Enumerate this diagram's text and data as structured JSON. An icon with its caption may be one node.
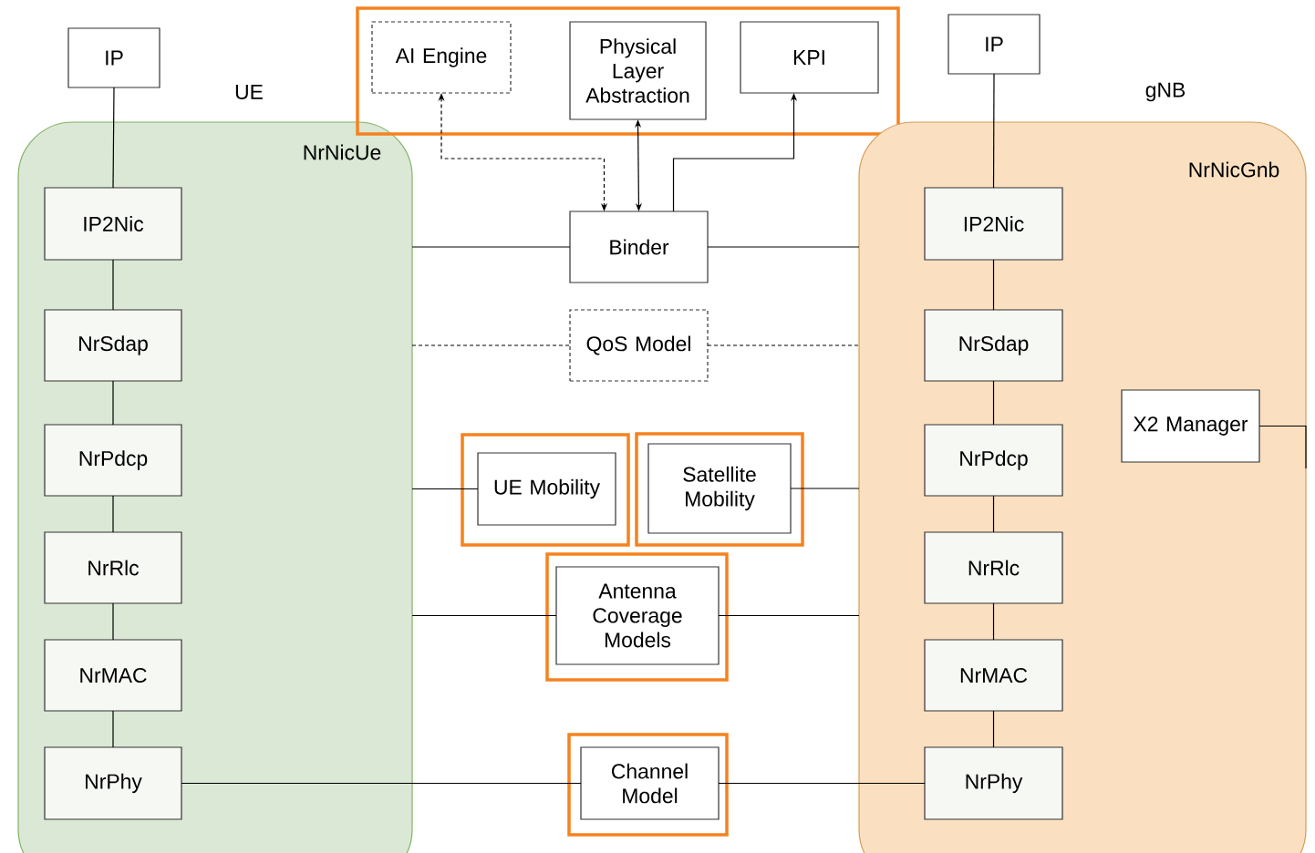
{
  "diagram": {
    "nodes": [
      {
        "text": [
          "NrNicUe"
        ]
      },
      {
        "text": [
          "IP"
        ]
      },
      {
        "text": [
          "IP2Nic"
        ],
        "in": 0
      },
      {
        "text": [
          "NrSdap"
        ],
        "in": 0
      },
      {
        "text": [
          "NrPdcp"
        ],
        "in": 0
      },
      {
        "text": [
          "NrRlc"
        ],
        "in": 0
      },
      {
        "text": [
          "NrMAC"
        ],
        "in": 0
      },
      {
        "text": [
          "NrPhy"
        ],
        "in": 0
      },
      {
        "text": [],
        "shape": "box"
      },
      {
        "text": [
          "AI Engine"
        ],
        "in": 8
      },
      {
        "text": [
          "Physical Layer Abstraction"
        ],
        "in": 8
      },
      {
        "text": [
          "KPI"
        ],
        "in": 8
      },
      {
        "text": [
          "Binder"
        ]
      },
      {
        "text": [
          "QoS Model"
        ]
      },
      {
        "text": [],
        "shape": "box"
      },
      {
        "text": [
          "UE Mobility"
        ],
        "in": 14
      },
      {
        "text": [],
        "shape": "box"
      },
      {
        "text": [
          "Satellite Mobility"
        ],
        "in": 16
      },
      {
        "text": [],
        "shape": "box"
      },
      {
        "text": [
          "Antenna Coverage Models"
        ],
        "in": 18
      },
      {
        "text": [],
        "shape": "box"
      },
      {
        "text": [
          "Channel Model"
        ],
        "in": 20
      },
      {
        "text": [
          "IP"
        ]
      },
      {
        "text": [
          "NrNicGnb"
        ]
      },
      {
        "text": [
          "IP2Nic"
        ],
        "in": 23
      },
      {
        "text": [
          "NrSdap"
        ],
        "in": 23
      },
      {
        "text": [
          "NrPdcp"
        ],
        "in": 23
      },
      {
        "text": [
          "NrRlc"
        ],
        "in": 23
      },
      {
        "text": [
          "NrMAC"
        ],
        "in": 23
      },
      {
        "text": [
          "NrPhy"
        ],
        "in": 23
      },
      {
        "text": [
          "X2 Manager"
        ],
        "in": 23
      }
    ],
    "edges": [
      {
        "from": 1,
        "to": 2,
        "arrow": "none"
      },
      {
        "from": 2,
        "to": 3,
        "arrow": "none"
      },
      {
        "from": 3,
        "to": 4,
        "arrow": "none"
      },
      {
        "from": 4,
        "to": 5,
        "arrow": "none"
      },
      {
        "from": 5,
        "to": 6,
        "arrow": "none"
      },
      {
        "from": 6,
        "to": 7,
        "arrow": "none"
      },
      {
        "from": 9,
        "to": 12,
        "arrow": "both",
        "style": "dashed"
      },
      {
        "from": 10,
        "to": 12,
        "arrow": "both"
      },
      {
        "from": 12,
        "to": 11,
        "arrow": "to"
      },
      {
        "from": 0,
        "to": 12,
        "arrow": "none"
      },
      {
        "from": 12,
        "to": 23,
        "arrow": "none"
      },
      {
        "from": 0,
        "to": 13,
        "arrow": "none",
        "style": "dashed"
      },
      {
        "from": 13,
        "to": 23,
        "arrow": "none",
        "style": "dashed"
      },
      {
        "from": 0,
        "to": 15,
        "arrow": "none"
      },
      {
        "from": 17,
        "to": 23,
        "arrow": "none"
      },
      {
        "from": 0,
        "to": 19,
        "arrow": "none"
      },
      {
        "from": 19,
        "to": 23,
        "arrow": "none"
      },
      {
        "from": 7,
        "to": 21,
        "arrow": "none"
      },
      {
        "from": 21,
        "to": 29,
        "arrow": "none"
      },
      {
        "from": 22,
        "to": 24,
        "arrow": "none"
      },
      {
        "from": 24,
        "to": 25,
        "arrow": "none"
      },
      {
        "from": 25,
        "to": 26,
        "arrow": "none"
      },
      {
        "from": 26,
        "to": 27,
        "arrow": "none"
      },
      {
        "from": 27,
        "to": 28,
        "arrow": "none"
      },
      {
        "from": 28,
        "to": 29,
        "arrow": "none"
      },
      {
        "from": 30,
        "to": null,
        "arrow": "none"
      }
    ],
    "labels": [
      "UE",
      "gNB"
    ]
  }
}
